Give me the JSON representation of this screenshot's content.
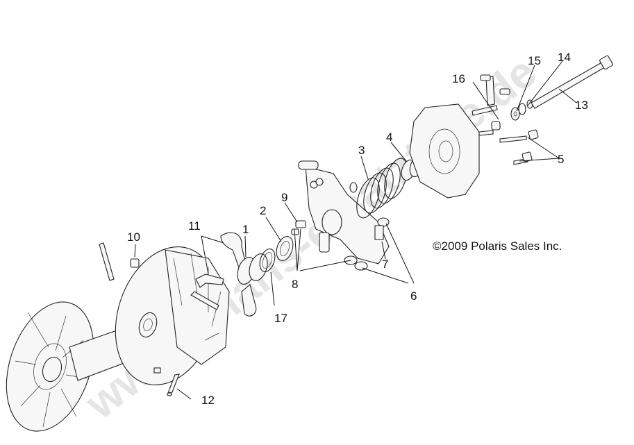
{
  "diagram": {
    "copyright": "©2009 Polaris Sales Inc.",
    "watermark": "www.polaris-ersatzteile.de",
    "callouts": {
      "c1": "1",
      "c2": "2",
      "c3": "3",
      "c4": "4",
      "c5": "5",
      "c6": "6",
      "c7": "7",
      "c8": "8",
      "c9": "9",
      "c10": "10",
      "c11": "11",
      "c12": "12",
      "c13": "13",
      "c14": "14",
      "c15": "15",
      "c16": "16",
      "c17": "17"
    }
  }
}
